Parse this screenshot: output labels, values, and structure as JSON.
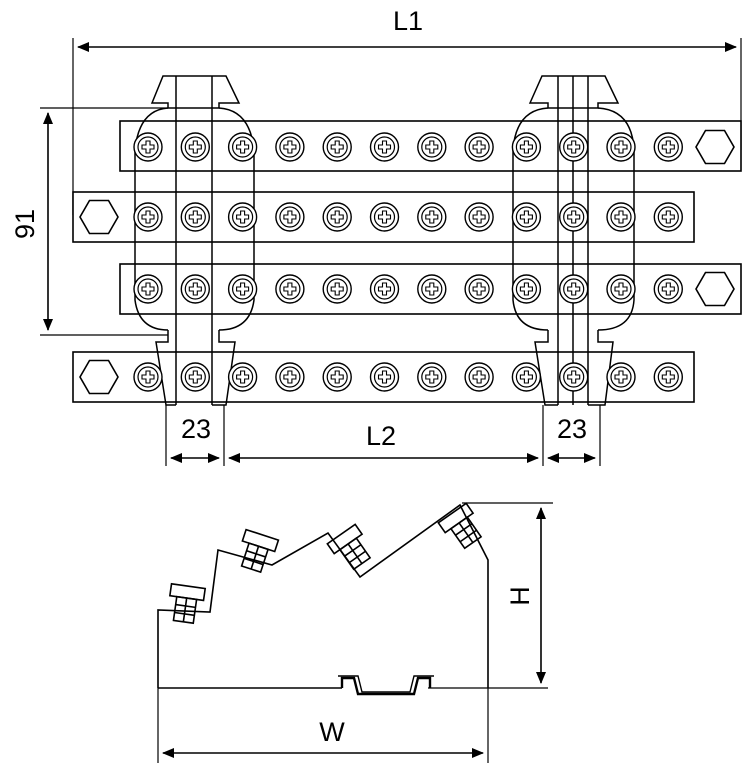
{
  "dimensions": {
    "overall_length": "L1",
    "height_span": "91",
    "clamp_width_left": "23",
    "clamp_spacing": "L2",
    "clamp_width_right": "23",
    "profile_height": "H",
    "profile_width": "W"
  },
  "colors": {
    "line": "#000000",
    "background": "#ffffff"
  },
  "icons": {
    "screw": "phillips-screw-icon",
    "hex": "hex-nut-icon"
  },
  "bars": [
    {
      "hex_side": "right",
      "screws": 12
    },
    {
      "hex_side": "left",
      "screws": 12
    },
    {
      "hex_side": "right",
      "screws": 12
    },
    {
      "hex_side": "left",
      "screws": 12
    }
  ]
}
